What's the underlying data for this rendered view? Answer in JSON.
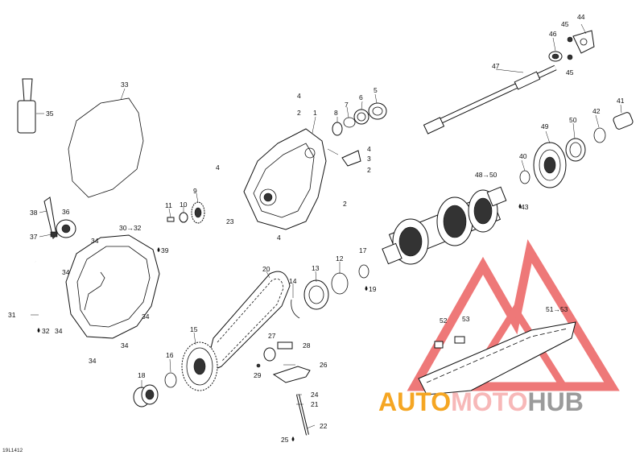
{
  "diagram": {
    "ref_code": "19L1412",
    "callouts": [
      "1",
      "2",
      "2",
      "2",
      "3",
      "4",
      "4",
      "4",
      "4",
      "5",
      "6",
      "7",
      "8",
      "9",
      "10",
      "11",
      "12",
      "13",
      "14",
      "15",
      "16",
      "17",
      "18",
      "19",
      "20",
      "21",
      "22",
      "23",
      "24",
      "25",
      "26",
      "27",
      "28",
      "29",
      "30→32",
      "31",
      "32",
      "33",
      "34",
      "34",
      "34",
      "34",
      "34",
      "34",
      "35",
      "36",
      "37",
      "38",
      "39",
      "40",
      "41",
      "42",
      "43",
      "44",
      "45",
      "45",
      "46",
      "47",
      "48→50",
      "49",
      "50",
      "51→53",
      "52",
      "53"
    ]
  },
  "watermark": {
    "part1": "AUTO",
    "part2": "MOTO",
    "part3": "HUB",
    "color_red": "#e94b4b",
    "color_orange": "#f5a623",
    "color_gray": "#9b9b9b"
  }
}
